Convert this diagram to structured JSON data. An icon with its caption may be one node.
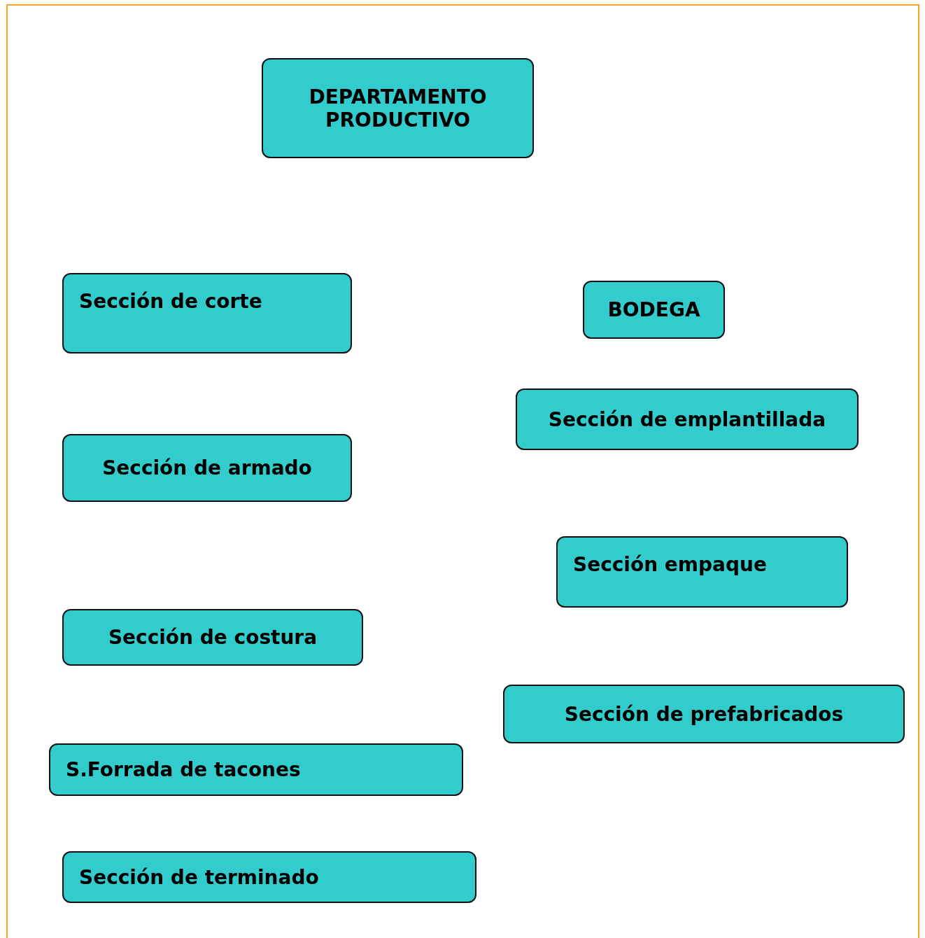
{
  "diagram": {
    "nodes": [
      {
        "text": [
          "DEPARTAMENTO PRODUCTIVO"
        ]
      },
      {
        "text": [
          "Sección de corte"
        ]
      },
      {
        "text": [
          "BODEGA"
        ]
      },
      {
        "text": [
          "Sección de emplantillada"
        ]
      },
      {
        "text": [
          "Sección de armado"
        ]
      },
      {
        "text": [
          "Sección empaque"
        ]
      },
      {
        "text": [
          "Sección de costura"
        ]
      },
      {
        "text": [
          "Sección de prefabricados"
        ]
      },
      {
        "text": [
          "S.Forrada de tacones"
        ]
      },
      {
        "text": [
          "Sección de terminado"
        ]
      }
    ],
    "edges": []
  }
}
